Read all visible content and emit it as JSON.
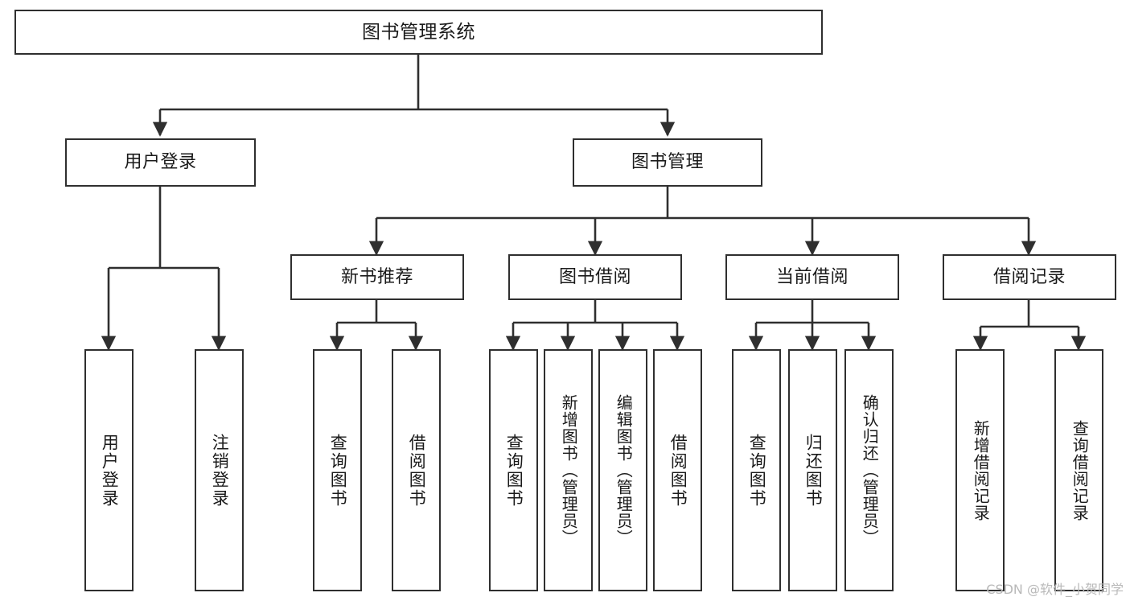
{
  "diagram": {
    "title": "图书管理系统",
    "type": "tree",
    "watermark": "CSDN @软件_小贺同学",
    "colors": {
      "box_border": "#2f2f2f",
      "box_fill": "#ffffff",
      "connector": "#2f2f2f",
      "text": "#1a1a1a",
      "watermark": "#b9b9b9"
    },
    "nodes": {
      "root": {
        "label": "图书管理系统"
      },
      "level1": [
        {
          "label": "用户登录"
        },
        {
          "label": "图书管理"
        }
      ],
      "level2": [
        {
          "label": "新书推荐"
        },
        {
          "label": "图书借阅"
        },
        {
          "label": "当前借阅"
        },
        {
          "label": "借阅记录"
        }
      ],
      "leaves_user_login": [
        {
          "label": "用户登录"
        },
        {
          "label": "注销登录"
        }
      ],
      "leaves_new_book": [
        {
          "label": "查询图书"
        },
        {
          "label": "借阅图书"
        }
      ],
      "leaves_borrow": [
        {
          "label": "查询图书"
        },
        {
          "label": "新增图书（管理员）"
        },
        {
          "label": "编辑图书（管理员）"
        },
        {
          "label": "借阅图书"
        }
      ],
      "leaves_current": [
        {
          "label": "查询图书"
        },
        {
          "label": "归还图书"
        },
        {
          "label": "确认归还（管理员）"
        }
      ],
      "leaves_records": [
        {
          "label": "新增借阅记录"
        },
        {
          "label": "查询借阅记录"
        }
      ]
    }
  }
}
